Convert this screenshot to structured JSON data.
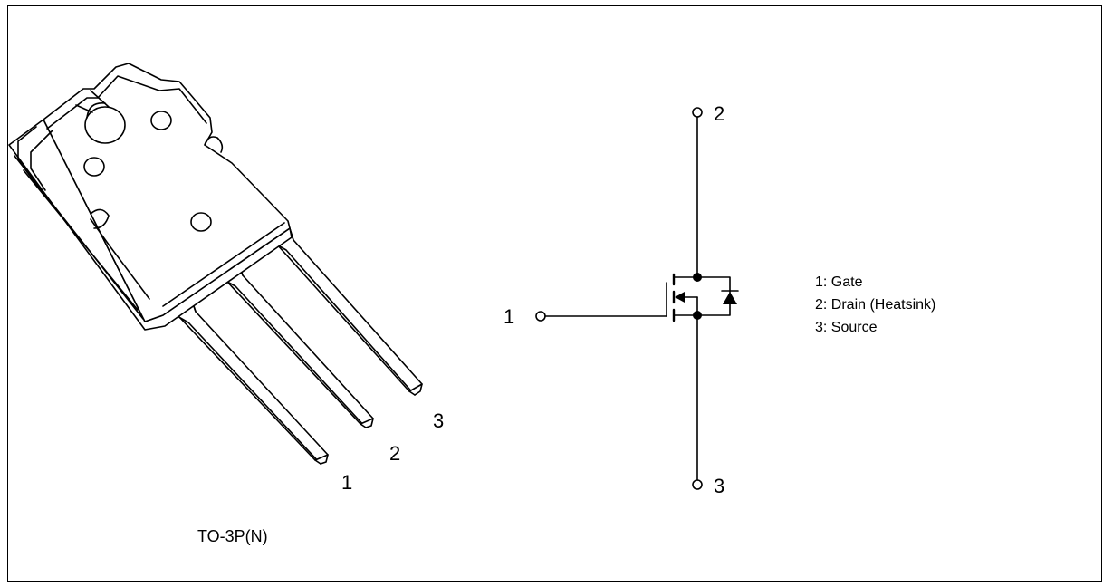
{
  "package": {
    "caption": "TO-3P(N)",
    "lead_labels": [
      "1",
      "2",
      "3"
    ]
  },
  "schematic": {
    "terminals": {
      "gate": "1",
      "drain": "2",
      "source": "3"
    }
  },
  "legend": [
    "1: Gate",
    "2: Drain (Heatsink)",
    "3: Source"
  ],
  "colors": {
    "line": "#000000",
    "background": "#ffffff"
  }
}
